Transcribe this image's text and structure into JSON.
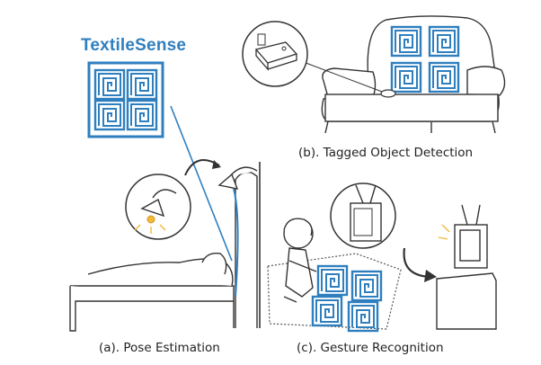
{
  "brand": {
    "title": "TextileSense",
    "accent_color": "#2f7fbf"
  },
  "panels": [
    {
      "id": "b",
      "caption": "(b). Tagged Object Detection"
    },
    {
      "id": "a",
      "caption": "(a). Pose Estimation"
    },
    {
      "id": "c",
      "caption": "(c). Gesture Recognition"
    }
  ],
  "icons": [
    "textile-pattern-icon",
    "wallet-icon",
    "sofa-icon",
    "desk-lamp-icon",
    "bed-icon",
    "tv-icon",
    "child-icon",
    "rotate-arrow-icon"
  ]
}
